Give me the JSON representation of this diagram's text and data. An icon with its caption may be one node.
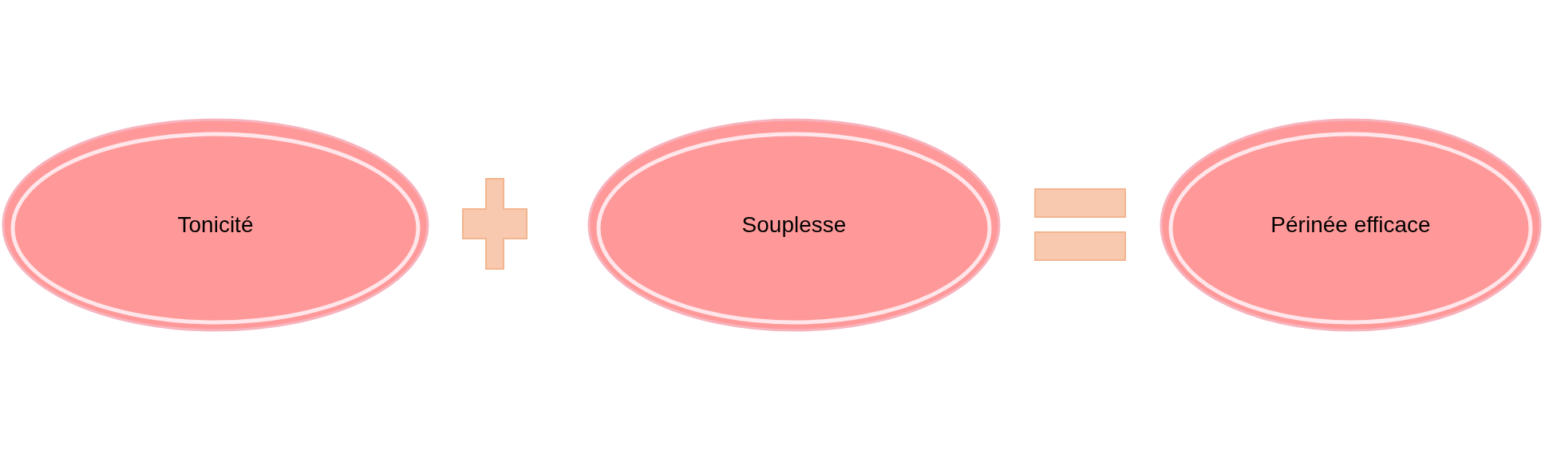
{
  "diagram": {
    "nodes": [
      {
        "text": [
          "Tonicité"
        ]
      },
      {
        "text": [
          "Souplesse"
        ]
      },
      {
        "text": [
          "Périnée efficace"
        ]
      }
    ]
  }
}
